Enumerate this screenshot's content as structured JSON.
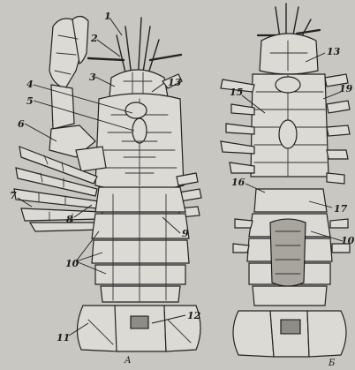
{
  "figure": {
    "panel_a": {
      "caption": "А",
      "labels": [
        "1",
        "2",
        "3",
        "4",
        "5",
        "6",
        "7",
        "8",
        "9",
        "10",
        "11",
        "12",
        "13"
      ]
    },
    "panel_b": {
      "caption": "Б",
      "labels": [
        "13",
        "19",
        "15",
        "16",
        "17",
        "10"
      ]
    }
  },
  "colors": {
    "paper": "#c9c7c2",
    "ink": "#222222",
    "fill": "#dcdad5"
  }
}
